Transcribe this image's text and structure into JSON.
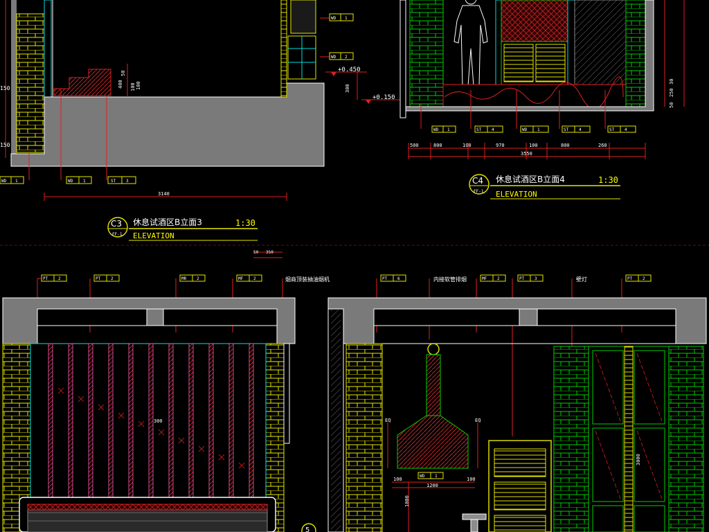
{
  "colors": {
    "background": "#000000",
    "red": "#ff2020",
    "yellow": "#ffff00",
    "green": "#00e000",
    "cyan": "#00e0e0",
    "white": "#ffffff",
    "gray": "#8c8c8c",
    "magenta": "#ff60c0",
    "hatch_red": "#c03030"
  },
  "drawings": {
    "c3": {
      "code": "C3",
      "sheet": "FF-1",
      "title": "休息试酒区B立面3",
      "scale": "1:30",
      "subtitle": "ELEVATION",
      "dim_total": "3140",
      "dims_left": [
        "150",
        "150"
      ],
      "dims_step": [
        "50",
        "400",
        "100",
        "100"
      ],
      "tags": [
        {
          "code": "WD",
          "num": "1"
        },
        {
          "code": "WD",
          "num": "2"
        },
        {
          "code": "WD",
          "num": "1"
        },
        {
          "code": "WD",
          "num": "1"
        },
        {
          "code": "ST",
          "num": "3"
        }
      ],
      "level_1": "+0.450",
      "level_2": "+0.150",
      "dim_300": "300"
    },
    "c4": {
      "code": "C4",
      "sheet": "FF-1",
      "title": "休息试酒区B立面4",
      "scale": "1:30",
      "subtitle": "ELEVATION",
      "dims": [
        "500",
        "800",
        "100",
        "970",
        "100",
        "800",
        "260"
      ],
      "dim_total": "3550",
      "dims_right": [
        "50",
        "250",
        "30"
      ],
      "tags": [
        {
          "code": "WD",
          "num": "1"
        },
        {
          "code": "ST",
          "num": "4"
        },
        {
          "code": "WD",
          "num": "1"
        },
        {
          "code": "ST",
          "num": "4"
        },
        {
          "code": "ST",
          "num": "4"
        }
      ]
    },
    "bottom_left": {
      "top_dims": [
        "50",
        "350"
      ],
      "tags": [
        {
          "code": "PT",
          "num": "2"
        },
        {
          "code": "PT",
          "num": "2"
        },
        {
          "code": "MR",
          "num": "2"
        },
        {
          "code": "MF",
          "num": "2"
        }
      ],
      "note": "烟商顶装抽油烟机",
      "inner_dim": "300"
    },
    "bottom_right": {
      "tags": [
        {
          "code": "PT",
          "num": "6"
        },
        {
          "code": "MF",
          "num": "2"
        },
        {
          "code": "PT",
          "num": "3"
        },
        {
          "code": "PT",
          "num": "2"
        }
      ],
      "note_hood": "内接软管排烟",
      "note_lamp": "壁灯",
      "eq": "EQ",
      "hood_dims": [
        "100",
        "1200",
        "100"
      ],
      "hood_tag": {
        "code": "WD",
        "num": "1"
      },
      "height_dim": "1000",
      "door_dim": "3000",
      "callout": "5"
    }
  }
}
